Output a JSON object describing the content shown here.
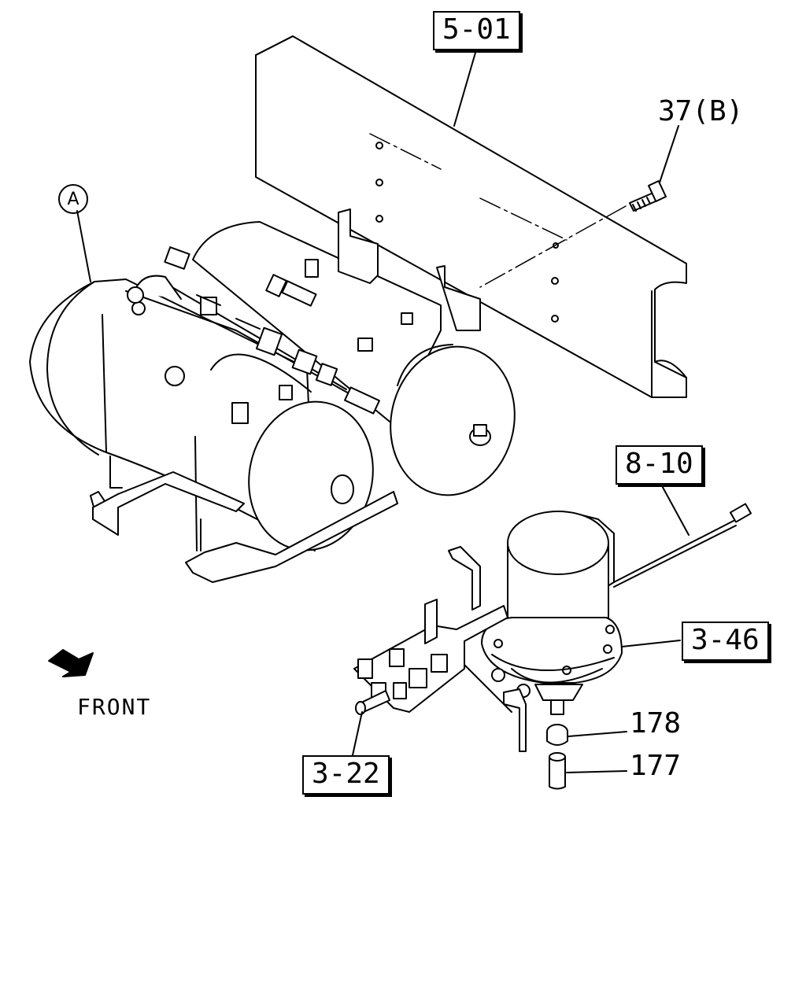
{
  "callouts": {
    "ref_5_01": "5-01",
    "ref_37b": "37(B)",
    "ref_a": "A",
    "ref_8_10": "8-10",
    "ref_3_46": "3-46",
    "ref_3_22": "3-22",
    "part_178": "178",
    "part_177": "177"
  },
  "direction": {
    "label": "FRONT",
    "icon": "front-arrow-icon"
  },
  "colors": {
    "line": "#000000",
    "background": "#ffffff"
  }
}
